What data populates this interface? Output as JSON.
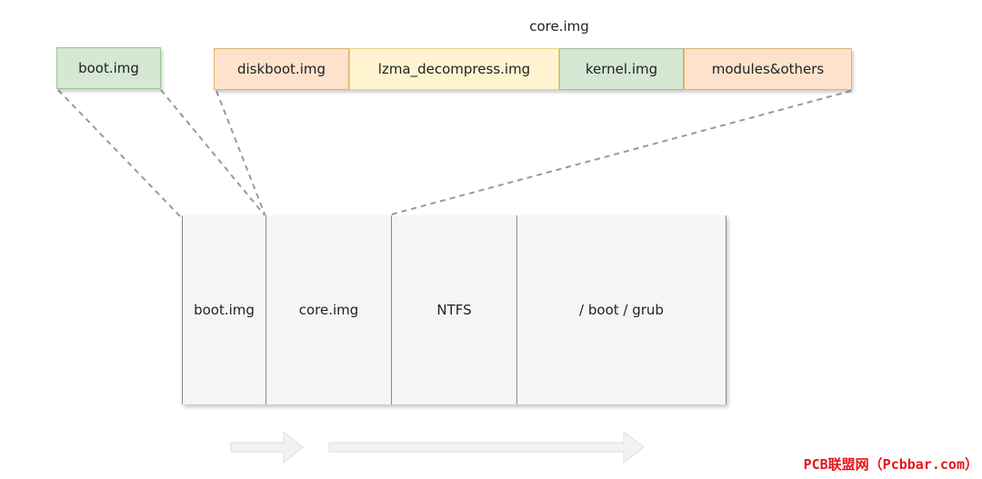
{
  "top_row": {
    "core_label": "core.img",
    "boot": {
      "label": "boot.img"
    },
    "core_parts": [
      {
        "label": "diskboot.img"
      },
      {
        "label": "lzma_decompress.img"
      },
      {
        "label": "kernel.img"
      },
      {
        "label": "modules&others"
      }
    ]
  },
  "bottom_row": [
    {
      "label": "boot.img"
    },
    {
      "label": "core.img"
    },
    {
      "label": "NTFS"
    },
    {
      "label": "/ boot / grub"
    }
  ],
  "colors": {
    "green_fill": "#d5e8d4",
    "green_border": "#9cc597",
    "orange_fill": "#ffe2cc",
    "orange_border": "#e0b36a",
    "yellow_fill": "#fff4cf",
    "yellow_border": "#e7d58a",
    "segment_fill": "#f5f5f5",
    "line": "#999999",
    "watermark": "#e8141b"
  },
  "watermark": "PCB联盟网（Pcbbar.com）"
}
